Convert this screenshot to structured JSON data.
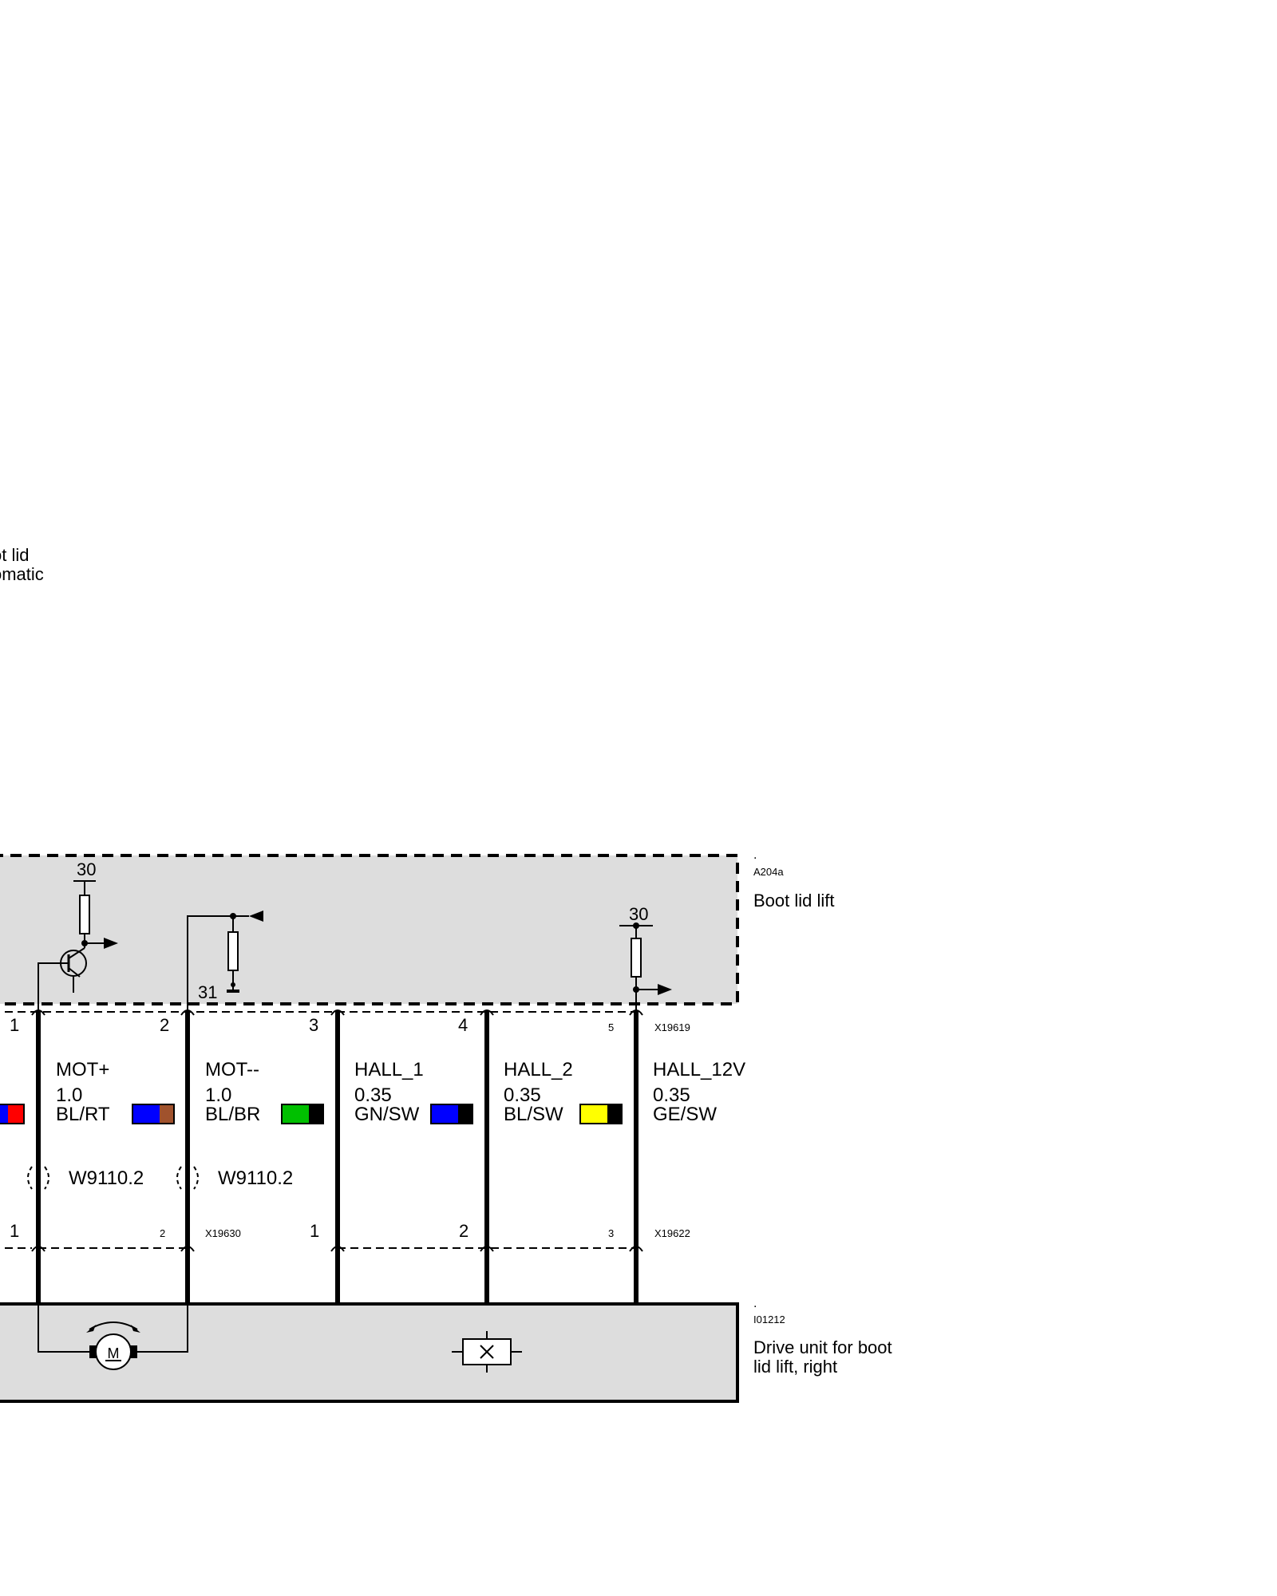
{
  "fragment_label": {
    "line1": "ot lid",
    "line2": "omatic"
  },
  "module": {
    "id": "A204a",
    "name": "Boot lid lift",
    "terminal_30_left": "30",
    "terminal_30_right": "30",
    "ground_31": "31"
  },
  "connector_top": {
    "id": "X19619",
    "pins": [
      "1",
      "2",
      "3",
      "4",
      "5"
    ]
  },
  "wires": [
    {
      "signal": "",
      "size": "",
      "color_code": "",
      "swatch": [
        "#0000ff",
        "#ff0000"
      ]
    },
    {
      "signal": "MOT+",
      "size": "1.0",
      "color_code": "BL/RT",
      "swatch": [
        "#0000ff",
        "#a0522d"
      ]
    },
    {
      "signal": "MOT--",
      "size": "1.0",
      "color_code": "BL/BR",
      "swatch": [
        "#00c000",
        "#000000"
      ]
    },
    {
      "signal": "HALL_1",
      "size": "0.35",
      "color_code": "GN/SW",
      "swatch": [
        "#0000ff",
        "#000000"
      ]
    },
    {
      "signal": "HALL_2",
      "size": "0.35",
      "color_code": "BL/SW",
      "swatch": [
        "#ffff00",
        "#000000"
      ]
    },
    {
      "signal": "HALL_12V",
      "size": "0.35",
      "color_code": "GE/SW",
      "swatch": []
    }
  ],
  "shields": [
    {
      "id": "W9110.2"
    },
    {
      "id": "W9110.2"
    }
  ],
  "connector_motor": {
    "id": "X19630",
    "pins": [
      "1",
      "2"
    ]
  },
  "connector_hall": {
    "id": "X19622",
    "pins": [
      "1",
      "2",
      "3"
    ]
  },
  "drive_unit": {
    "id": "I01212",
    "name_line1": "Drive unit for boot",
    "name_line2": "lid lift, right",
    "motor_symbol": "M"
  },
  "colors": {
    "panel_fill": "#dddddd",
    "line": "#000000",
    "background": "#ffffff"
  },
  "icons": {
    "motor": "motor-icon",
    "hall_sensor": "hall-sensor-icon",
    "transistor": "transistor-icon",
    "resistor": "resistor-icon",
    "ground": "ground-icon",
    "arrow": "arrow-right-icon"
  }
}
